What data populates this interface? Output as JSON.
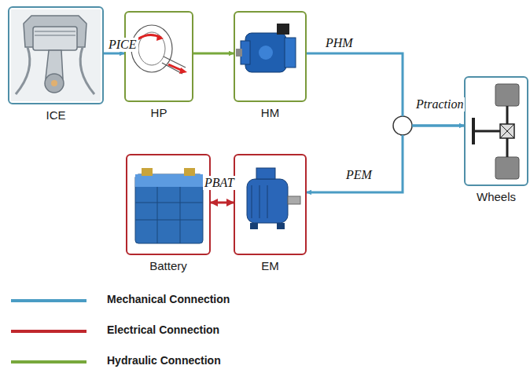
{
  "diagram": {
    "nodes": [
      {
        "text": [
          "ICE"
        ]
      },
      {
        "text": [
          "HP"
        ]
      },
      {
        "text": [
          "HM"
        ]
      },
      {
        "text": [
          "Wheels"
        ]
      },
      {
        "text": [
          "Battery"
        ]
      },
      {
        "text": [
          "EM"
        ]
      }
    ],
    "edges": [
      {
        "from": 0,
        "to": 1,
        "label": "PICE",
        "arrow": "to"
      },
      {
        "from": 1,
        "to": 2,
        "arrow": "to"
      },
      {
        "from": 2,
        "to": 3,
        "label": "PHM",
        "arrow": "to"
      },
      {
        "from": 3,
        "to": 5,
        "label": "PEM",
        "arrow": "to"
      },
      {
        "from": 4,
        "to": 5,
        "label": "PBAT",
        "arrow": "both"
      }
    ],
    "labels": [
      "Ptraction"
    ],
    "legend": [
      {
        "text": "Mechanical Connection",
        "color": "#4a9cc4"
      },
      {
        "text": "Electrical Connection",
        "color": "#c0272d"
      },
      {
        "text": "Hydraulic Connection",
        "color": "#78a83c"
      }
    ]
  }
}
